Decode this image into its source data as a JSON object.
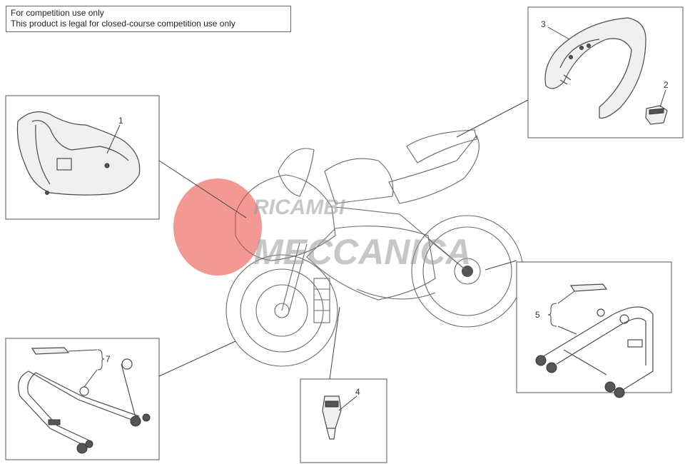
{
  "notice": {
    "line1": "For competition use only",
    "line2": "This product is legal for closed-course competition use only"
  },
  "callouts": {
    "c1": "1",
    "c2": "2",
    "c3": "3",
    "c4": "4",
    "c5": "5",
    "c7": "7"
  },
  "watermark": {
    "line1": "RICAMBI",
    "line2": "MECCANICA",
    "accent_color": "#e8453c"
  },
  "colors": {
    "line": "#4a4a4a",
    "frame": "#555555"
  }
}
